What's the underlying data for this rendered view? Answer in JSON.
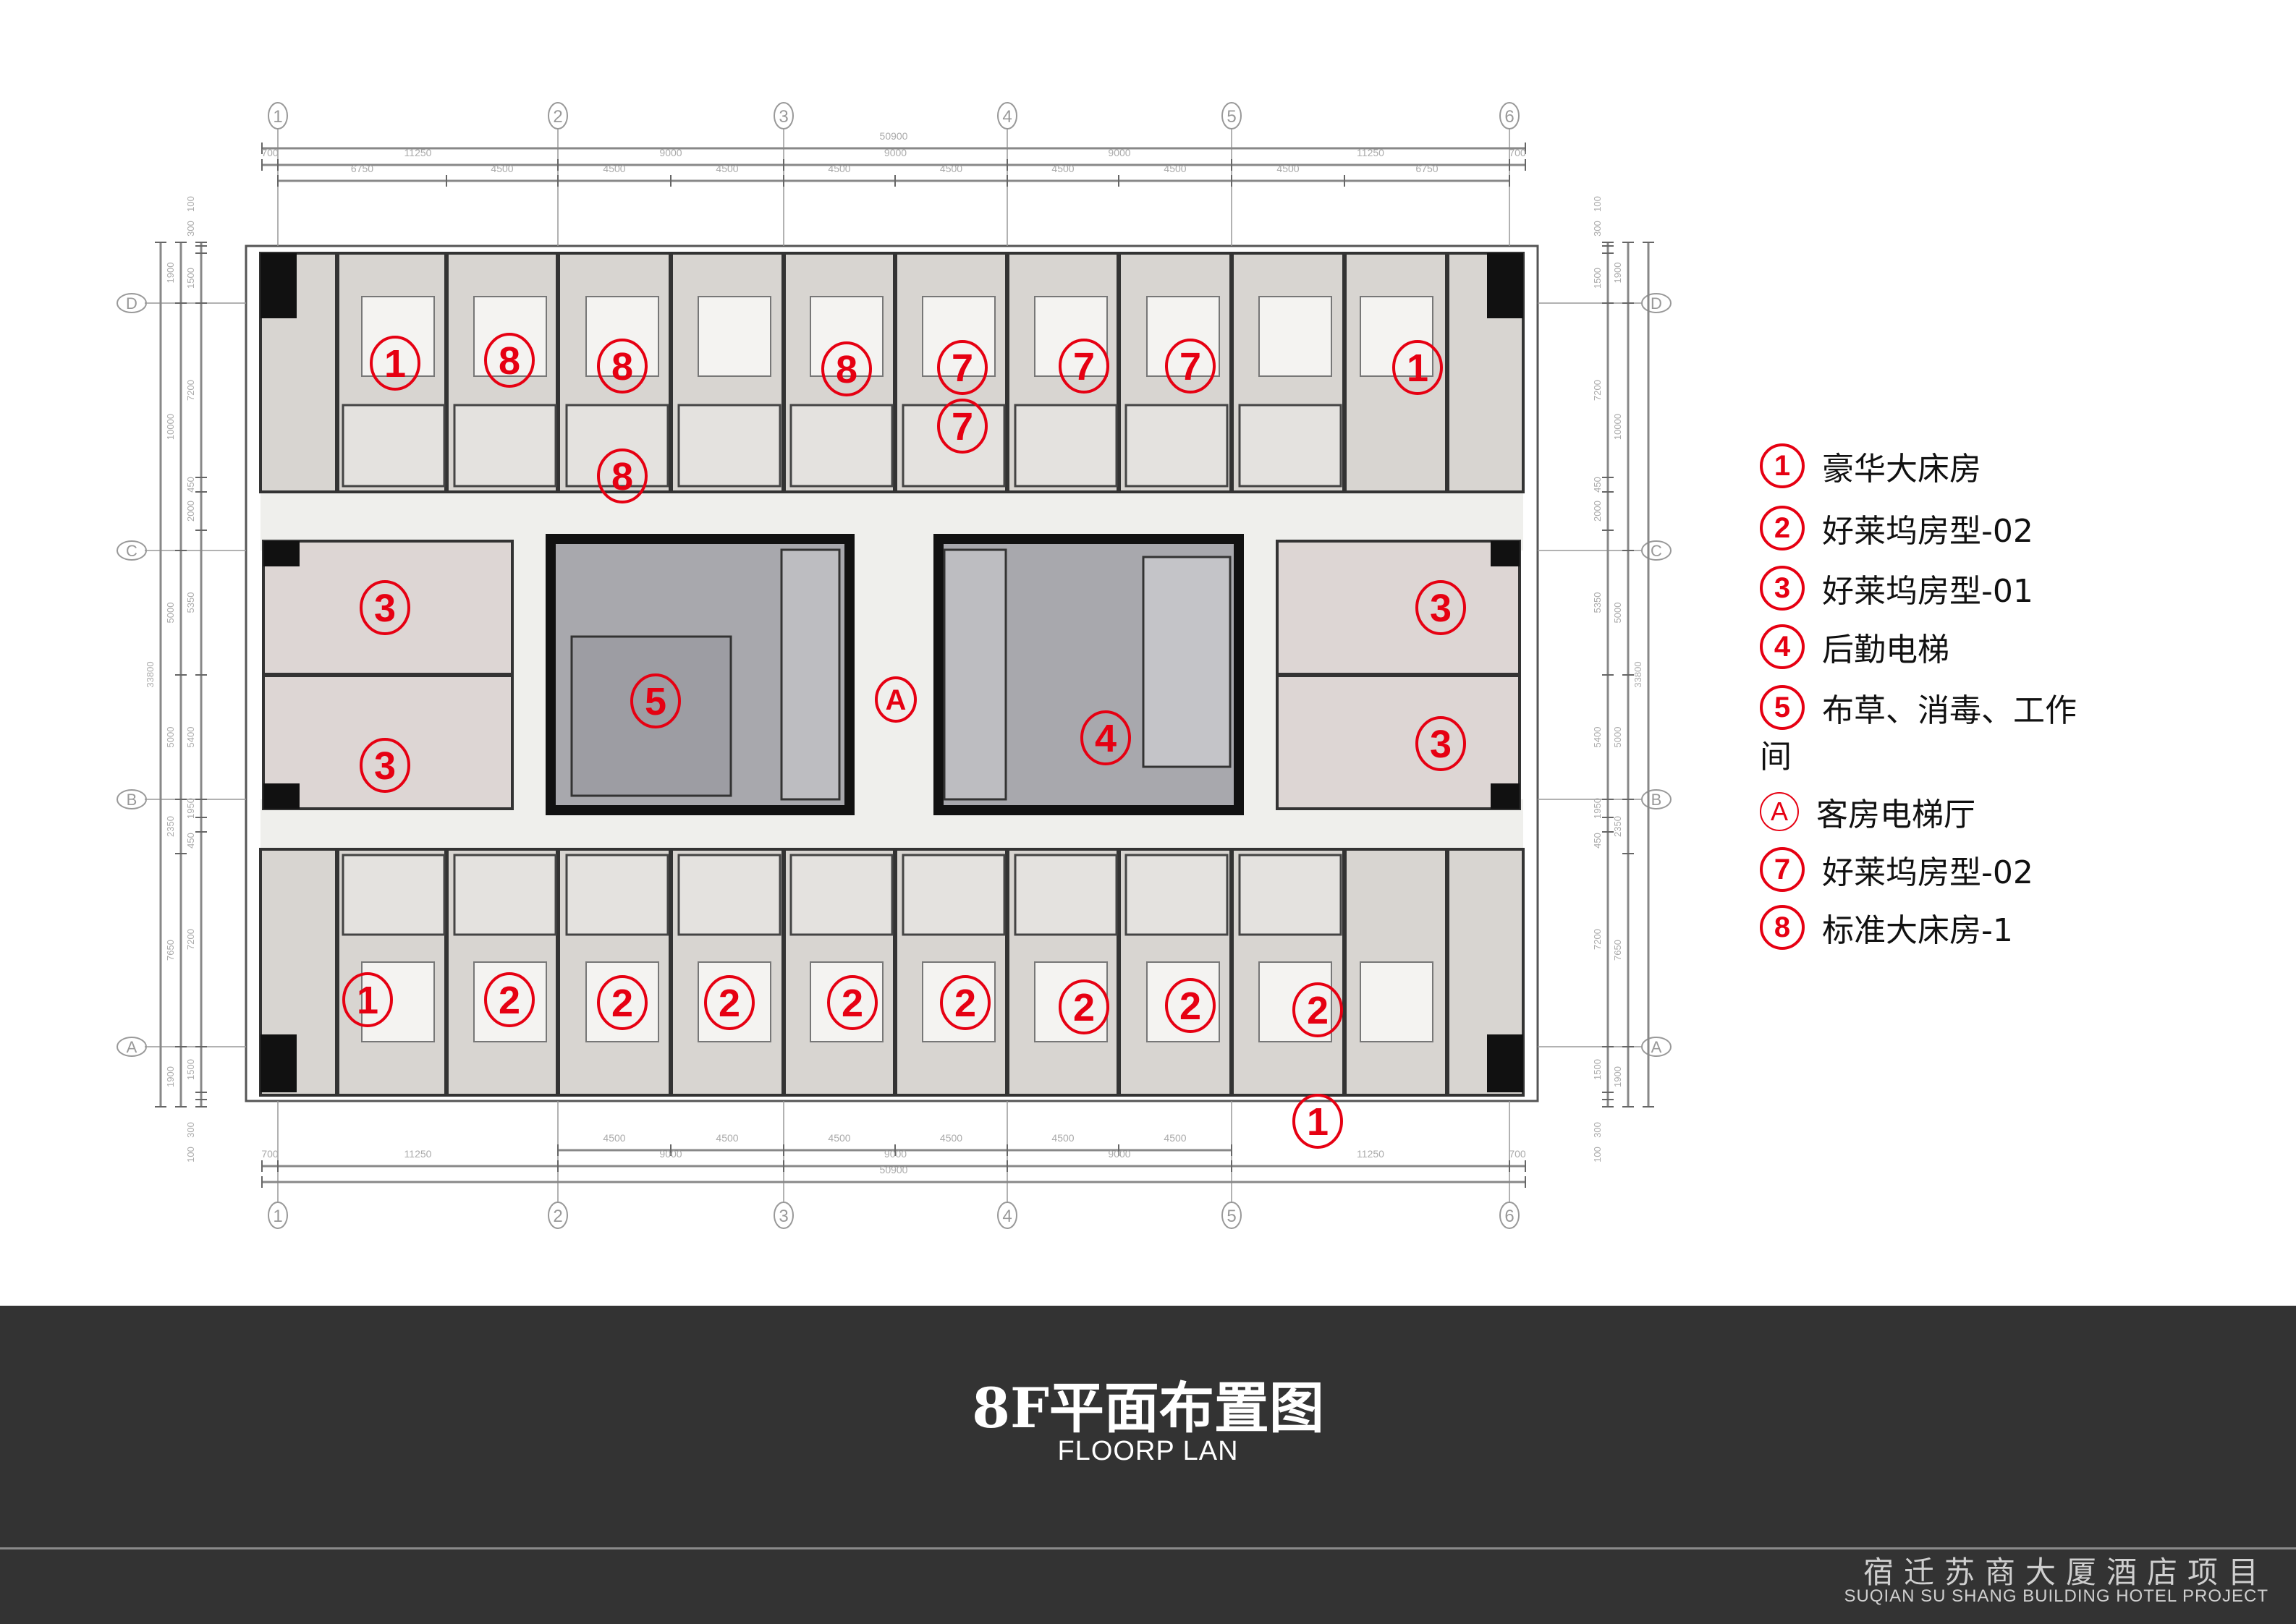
{
  "plan": {
    "grid_columns": [
      "1",
      "2",
      "3",
      "4",
      "5",
      "6"
    ],
    "grid_rows": [
      "D",
      "C",
      "B",
      "A"
    ],
    "dims_top_total": "50900",
    "dims_top_mid": [
      "700",
      "11250",
      "9000",
      "9000",
      "9000",
      "11250",
      "700"
    ],
    "dims_top_inner": [
      "6750",
      "4500",
      "4500",
      "4500",
      "4500",
      "4500",
      "4500",
      "4500",
      "4500",
      "6750"
    ],
    "dims_bottom_inner": [
      "4500",
      "4500",
      "4500",
      "4500",
      "4500",
      "4500"
    ],
    "dims_bottom_mid": [
      "700",
      "11250",
      "9000",
      "9000",
      "9000",
      "11250",
      "700"
    ],
    "dims_bottom_total": "50900",
    "dims_side_total": "33800",
    "dims_side_outer": [
      "1900",
      "10000",
      "5000",
      "5000",
      "2350",
      "7650",
      "1900"
    ],
    "dims_side_inner": [
      "100",
      "300",
      "1500",
      "7200",
      "450",
      "2000",
      "5350",
      "5400",
      "1950",
      "450",
      "7200",
      "1500",
      "300",
      "100"
    ],
    "markers": [
      "1",
      "8",
      "8",
      "8",
      "7",
      "7",
      "7",
      "7",
      "1",
      "8",
      "3",
      "3",
      "5",
      "A",
      "4",
      "3",
      "3",
      "1",
      "2",
      "2",
      "2",
      "2",
      "2",
      "2",
      "2",
      "2",
      "1"
    ],
    "marker_color": "#e60012"
  },
  "legend": [
    {
      "badge": "1",
      "label": "豪华大床房"
    },
    {
      "badge": "2",
      "label": "好莱坞房型-02"
    },
    {
      "badge": "3",
      "label": "好莱坞房型-01"
    },
    {
      "badge": "4",
      "label": "后勤电梯"
    },
    {
      "badge": "5",
      "label": "布草、消毒、工作"
    },
    {
      "badge": "",
      "label": "间"
    },
    {
      "badge": "A",
      "label": "客房电梯厅"
    },
    {
      "badge": "7",
      "label": "好莱坞房型-02"
    },
    {
      "badge": "8",
      "label": "标准大床房-1"
    }
  ],
  "footer": {
    "title": "8F平面布置图",
    "subtitle": "FLOORP LAN",
    "project_cn": "宿迁苏商大厦酒店项目",
    "project_en": "SUQIAN SU SHANG BUILDING HOTEL PROJECT"
  }
}
